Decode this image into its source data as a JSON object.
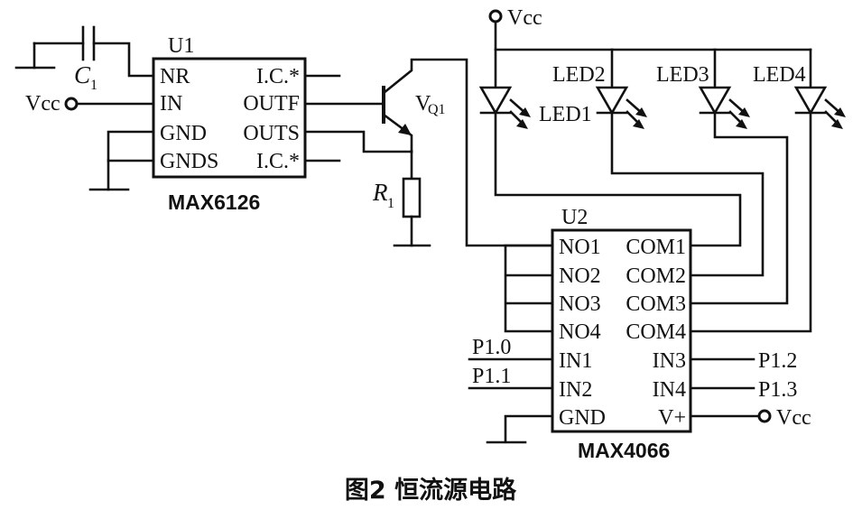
{
  "u1": {
    "ref": "U1",
    "part": "MAX6126",
    "pins_left": [
      "NR",
      "IN",
      "GND",
      "GNDS"
    ],
    "pins_right": [
      "I.C.*",
      "OUTF",
      "OUTS",
      "I.C.*"
    ]
  },
  "u2": {
    "ref": "U2",
    "part": "MAX4066",
    "pins_left": [
      "NO1",
      "NO2",
      "NO3",
      "NO4",
      "IN1",
      "IN2",
      "GND"
    ],
    "pins_right": [
      "COM1",
      "COM2",
      "COM3",
      "COM4",
      "IN3",
      "IN4",
      "V+"
    ]
  },
  "c1": {
    "label": "C",
    "sub": "1"
  },
  "r1": {
    "label": "R",
    "sub": "1"
  },
  "vq1": {
    "label": "V",
    "sub": "Q1"
  },
  "vcc_label": "Vcc",
  "leds": [
    "LED1",
    "LED2",
    "LED3",
    "LED4"
  ],
  "ports": {
    "p10": "P1.0",
    "p11": "P1.1",
    "p12": "P1.2",
    "p13": "P1.3"
  },
  "caption": "图2  恒流源电路"
}
